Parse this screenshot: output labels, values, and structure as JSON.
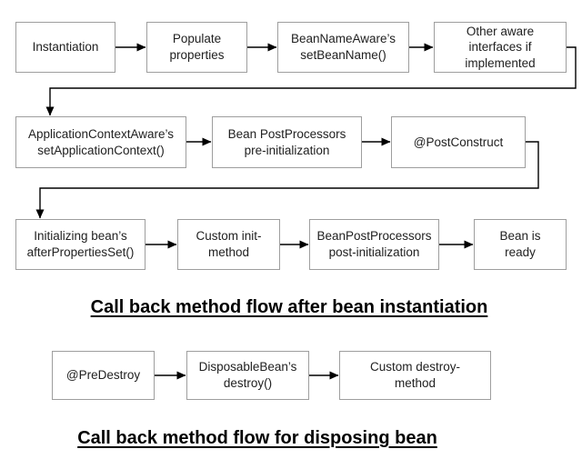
{
  "colors": {
    "background": "#ffffff",
    "box_border": "#9e9e9e",
    "box_text": "#212121",
    "arrow": "#000000",
    "title_text": "#000000"
  },
  "init_flow": {
    "title": "Call back method flow after bean instantiation",
    "boxes": [
      {
        "label": "Instantiation"
      },
      {
        "label": "Populate\nproperties"
      },
      {
        "label": "BeanNameAware’s\nsetBeanName()"
      },
      {
        "label": "Other aware\ninterfaces if\nimplemented"
      },
      {
        "label": "ApplicationContextAware’s\nsetApplicationContext()"
      },
      {
        "label": "Bean PostProcessors\npre-initialization"
      },
      {
        "label": "@PostConstruct"
      },
      {
        "label": "Initializing bean’s\nafterPropertiesSet()"
      },
      {
        "label": "Custom init-\nmethod"
      },
      {
        "label": "BeanPostProcessors\npost-initialization"
      },
      {
        "label": "Bean is\nready"
      }
    ]
  },
  "destroy_flow": {
    "title": "Call back method flow for disposing bean",
    "boxes": [
      {
        "label": "@PreDestroy"
      },
      {
        "label": "DisposableBean’s\ndestroy()"
      },
      {
        "label": "Custom destroy-\nmethod"
      }
    ]
  }
}
